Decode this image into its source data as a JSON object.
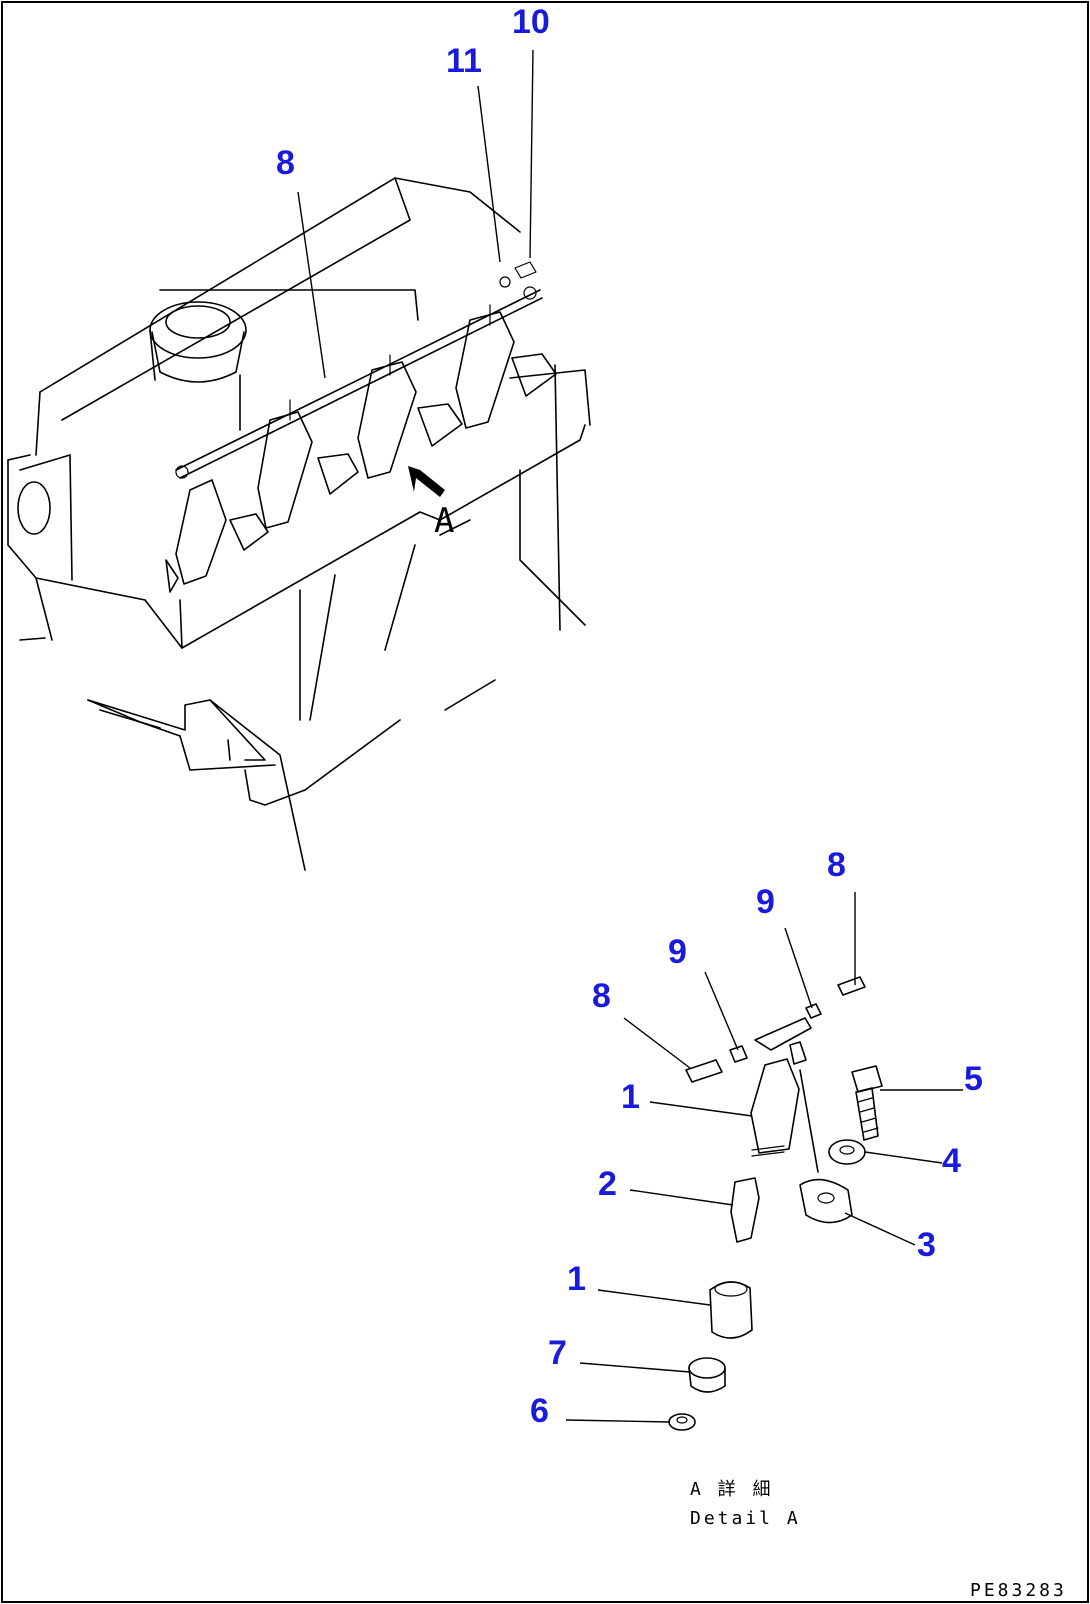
{
  "colors": {
    "callout": "#1a1adc",
    "line": "#000000",
    "background": "#ffffff"
  },
  "callouts": {
    "c10_top": "10",
    "c11_top": "11",
    "c8_top": "8",
    "c8_right": "8",
    "c9_right": "9",
    "c9_left": "9",
    "c8_left": "8",
    "c1_upper": "1",
    "c5": "5",
    "c4": "4",
    "c2": "2",
    "c3": "3",
    "c1_lower": "1",
    "c7": "7",
    "c6": "6"
  },
  "view_arrow_letter": "A",
  "detail_caption": {
    "jp": "A 詳 細",
    "en": "Detail A"
  },
  "drawing_code": "PE83283"
}
